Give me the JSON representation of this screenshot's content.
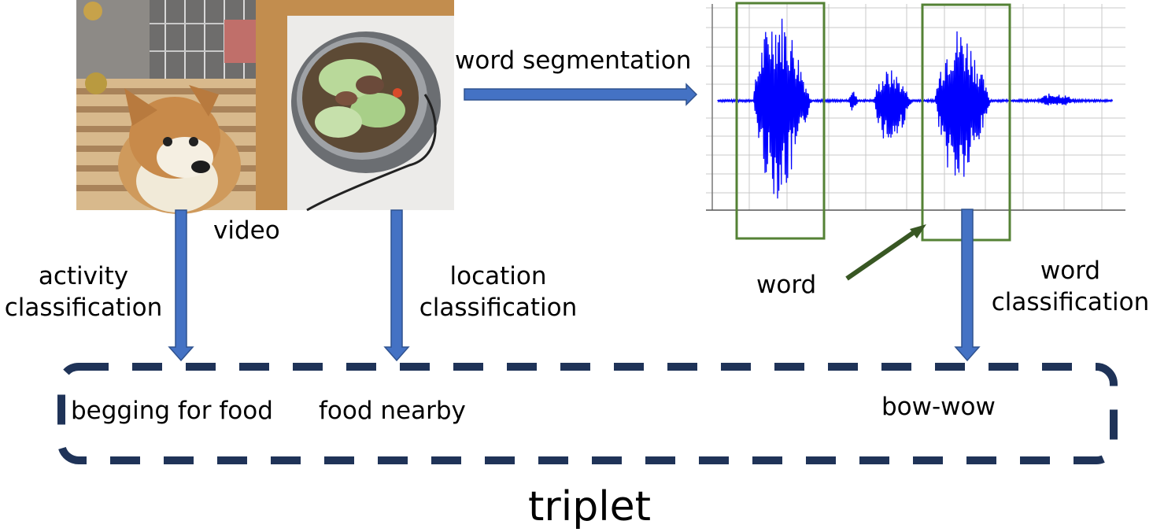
{
  "labels": {
    "video": "video",
    "word_segmentation": "word segmentation",
    "activity_classification": [
      "activity",
      "classification"
    ],
    "location_classification": [
      "location",
      "classification"
    ],
    "word": "word",
    "word_classification": [
      "word",
      "classification"
    ]
  },
  "triplet": {
    "items": [
      "begging for food",
      "food nearby",
      "bow-wow"
    ],
    "caption": "triplet"
  },
  "colors": {
    "arrow_blue": "#4472c4",
    "arrow_outline": "#2f528f",
    "word_box_green": "#548235",
    "word_arrow_green": "#385723",
    "waveform_blue": "#0000ff",
    "dashed_box_navy": "#1f3358"
  },
  "icons": {
    "video_frame": "dog-begging-near-food-bowl-photo",
    "waveform": "audio-waveform-plot"
  }
}
